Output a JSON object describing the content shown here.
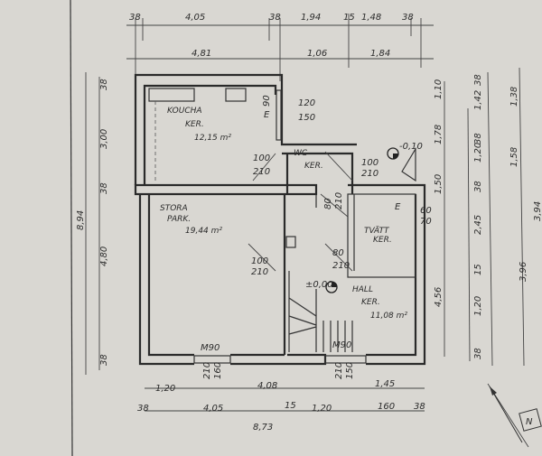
{
  "title": "Floor plan sketch",
  "rooms": {
    "kitchen": {
      "name": "KOUCHA",
      "floor": "KER.",
      "area": "12,15 m²"
    },
    "living": {
      "name": "STORA",
      "floor": "PARK.",
      "area": "19,44 m²"
    },
    "wc": {
      "name": "WC",
      "floor": "KER."
    },
    "bath": {
      "name": "TVÄTT",
      "floor": "KER."
    },
    "hall": {
      "name": "HALL",
      "floor": "KER.",
      "area": "11,08 m²"
    }
  },
  "level_marks": {
    "hall": "±0,00",
    "wc": "-0,10"
  },
  "top_dims": {
    "row1": [
      "38",
      "4,05",
      "38",
      "1,94",
      "15",
      "1,48",
      "38"
    ],
    "row2": [
      "4,81",
      "1,06",
      "1,84"
    ]
  },
  "bottom_dims": {
    "row1": [
      "1,20",
      "4,08",
      "1,45"
    ],
    "row2": [
      "38",
      "4,05",
      "15",
      "1,20",
      "160",
      "38"
    ],
    "total": "8,73"
  },
  "left_dims": {
    "row1": [
      "38",
      "3,00",
      "38",
      "4,80",
      "38"
    ],
    "total": "8,94"
  },
  "right_dims": {
    "row1": [
      "1,10",
      "1,78",
      "1,50",
      "4,56"
    ],
    "row2": [
      "38",
      "1,42",
      "38",
      "1,20",
      "38",
      "2,45",
      "15",
      "1,20",
      "38"
    ],
    "row3": [
      "1,38",
      "1,58",
      "3,96"
    ],
    "cut": "3,94"
  },
  "openings": {
    "kitchen_window": [
      "120",
      "150"
    ],
    "kitchen_door": [
      "100",
      "210"
    ],
    "wc_door": [
      "100",
      "210"
    ],
    "corridor_door": [
      "80",
      "210"
    ],
    "bath_window": [
      "60",
      "70"
    ],
    "living_door": [
      "100",
      "210"
    ],
    "hall_door": [
      "80",
      "210"
    ],
    "living_window": [
      "M90",
      "210",
      "160"
    ],
    "entry_window": [
      "M90",
      "210",
      "150"
    ],
    "kitchen_side_window": [
      "90",
      "E"
    ],
    "bath_side": [
      "E"
    ]
  },
  "north": "N"
}
